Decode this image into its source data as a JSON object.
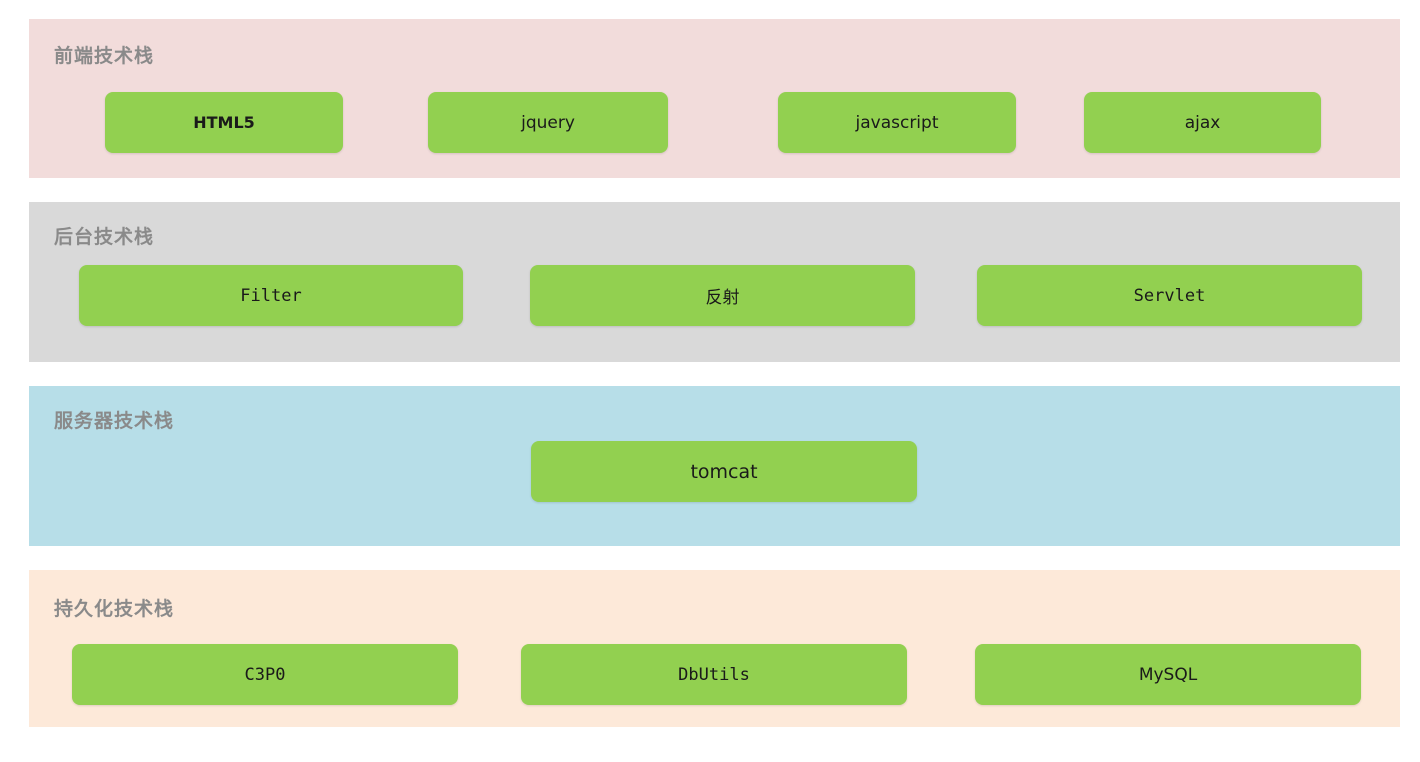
{
  "layers": {
    "frontend": {
      "title": "前端技术栈",
      "color": "#f2dcdb",
      "items": [
        "HTML5",
        "jquery",
        "javascript",
        "ajax"
      ]
    },
    "backend": {
      "title": "后台技术栈",
      "color": "#d9d9d9",
      "items": [
        "Filter",
        "反射",
        "Servlet"
      ]
    },
    "server": {
      "title": "服务器技术栈",
      "color": "#b7dee8",
      "items": [
        "tomcat"
      ]
    },
    "persistence": {
      "title": "持久化技术栈",
      "color": "#fde9d9",
      "items": [
        "C3P0",
        "DbUtils",
        "MySQL"
      ]
    }
  },
  "box_color": "#92d050"
}
